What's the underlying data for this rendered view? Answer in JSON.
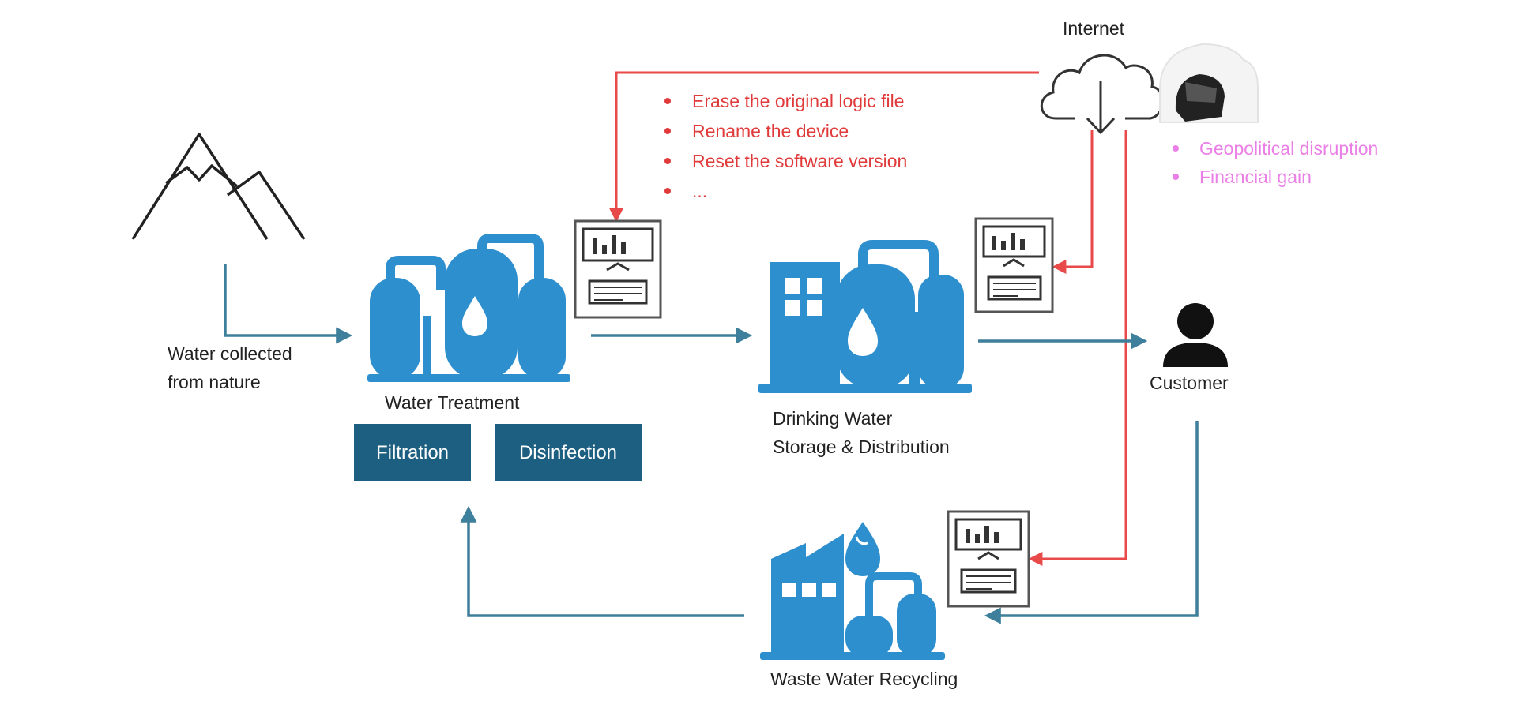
{
  "labels": {
    "internet": "Internet",
    "water_source_line1": "Water collected",
    "water_source_line2": "from nature",
    "water_treatment": "Water Treatment",
    "drinking_line1": "Drinking Water",
    "drinking_line2": "Storage & Distribution",
    "customer": "Customer",
    "waste_water": "Waste Water Recycling"
  },
  "treatment_steps": [
    "Filtration",
    "Disinfection"
  ],
  "attack_actions": [
    "Erase the original logic file",
    "Rename the device",
    "Reset the software version",
    "..."
  ],
  "attacker_motives": [
    "Geopolitical disruption",
    "Financial gain"
  ],
  "colors": {
    "facility_blue": "#2e8fcf",
    "flow_arrow": "#3e7f9c",
    "step_box": "#1c5f80",
    "attack_line": "#e84a4a",
    "motive_text": "#ea7fe6"
  },
  "icons": {
    "source": "mountain-icon",
    "treatment": "water-treatment-plant-icon",
    "storage": "water-storage-facility-icon",
    "customer": "person-icon",
    "recycling": "waste-water-plant-icon",
    "internet": "cloud-download-icon",
    "attacker": "hacker-icon",
    "controller": "plc-controller-icon"
  }
}
